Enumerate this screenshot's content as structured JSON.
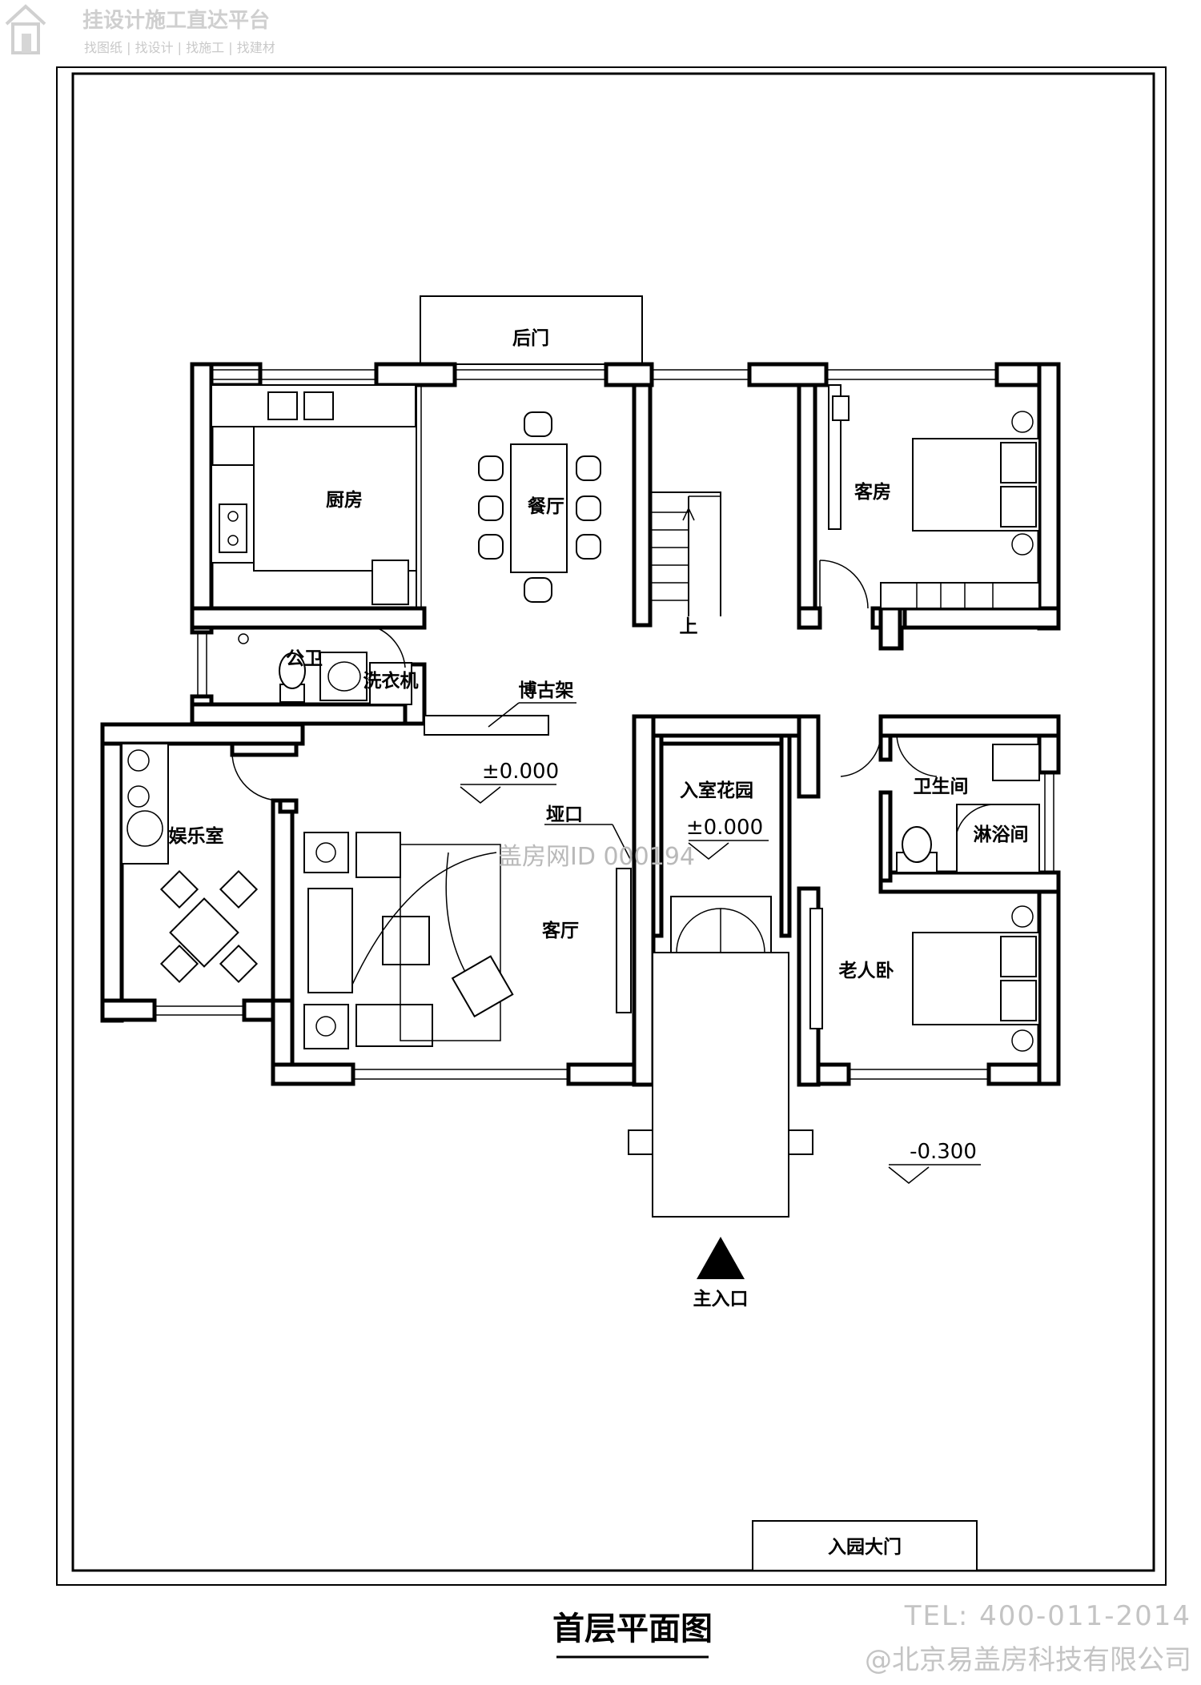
{
  "watermark": {
    "platform_title": "挂设计施工直达平台",
    "platform_subtitle": "找图纸 | 找设计 | 找施工 | 找建材",
    "center_id": "盖房网ID 000194",
    "tel": "TEL: 400-011-2014",
    "company": "@北京易盖房科技有限公司"
  },
  "rooms": {
    "back_door": "后门",
    "kitchen": "厨房",
    "dining": "餐厅",
    "guest_room": "客房",
    "public_bath": "公卫",
    "washer": "洗衣机",
    "display_shelf": "博古架",
    "recreation": "娱乐室",
    "foyer_garden": "入室花园",
    "archway": "垭口",
    "living": "客厅",
    "bathroom": "卫生间",
    "shower": "淋浴间",
    "elder_bedroom": "老人卧",
    "stairs_up": "上",
    "main_entrance": "主入口",
    "garden_gate": "入园大门"
  },
  "elevations": {
    "floor": "±0.000",
    "foyer": "±0.000",
    "outside": "-0.300"
  },
  "drawing_title": "首层平面图",
  "icons": [
    "house-logo-icon",
    "north-entry-arrow-icon"
  ]
}
